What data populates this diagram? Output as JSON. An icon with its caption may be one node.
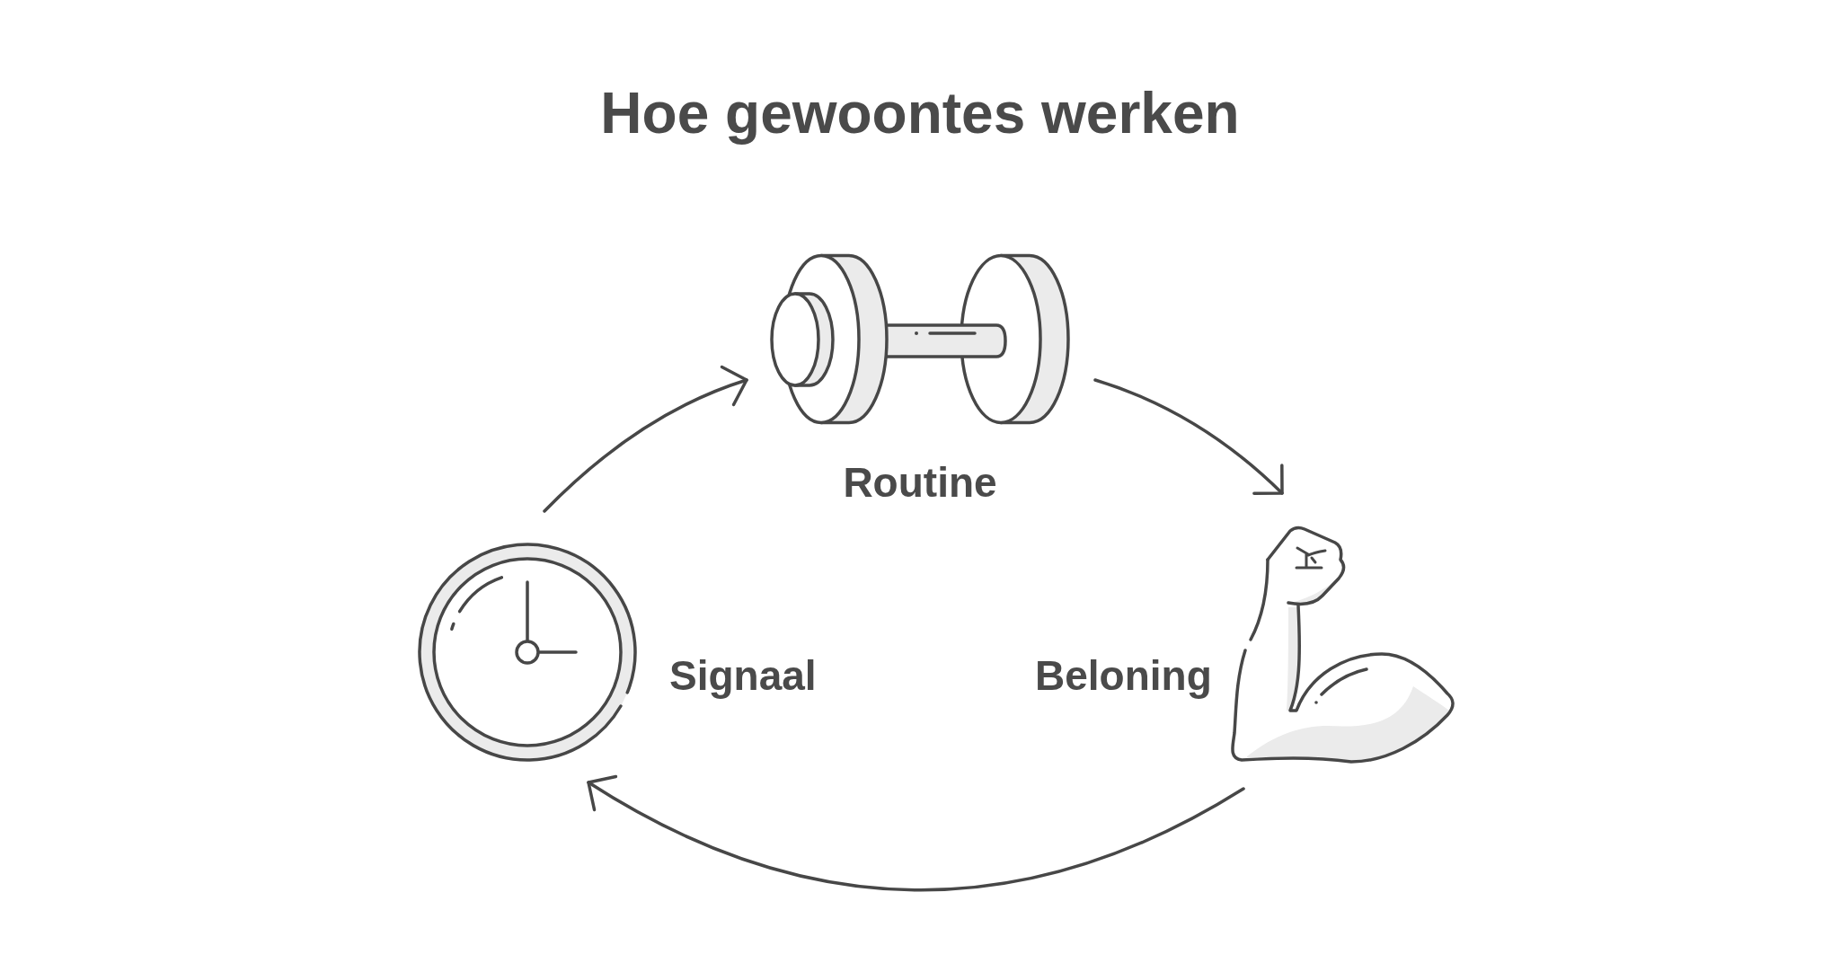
{
  "diagram": {
    "title": "Hoe gewoontes werken",
    "nodes": [
      {
        "text": [],
        "shape": "picture",
        "beside": [
          "Signaal"
        ]
      },
      {
        "text": [],
        "shape": "picture",
        "beside": [
          "Routine"
        ]
      },
      {
        "text": [],
        "shape": "picture",
        "beside": [
          "Beloning"
        ]
      }
    ],
    "edges": [
      {
        "from": 0,
        "to": 1,
        "arrow": "to"
      },
      {
        "from": 1,
        "to": 2,
        "arrow": "to"
      },
      {
        "from": 2,
        "to": 0,
        "arrow": "to"
      }
    ]
  }
}
